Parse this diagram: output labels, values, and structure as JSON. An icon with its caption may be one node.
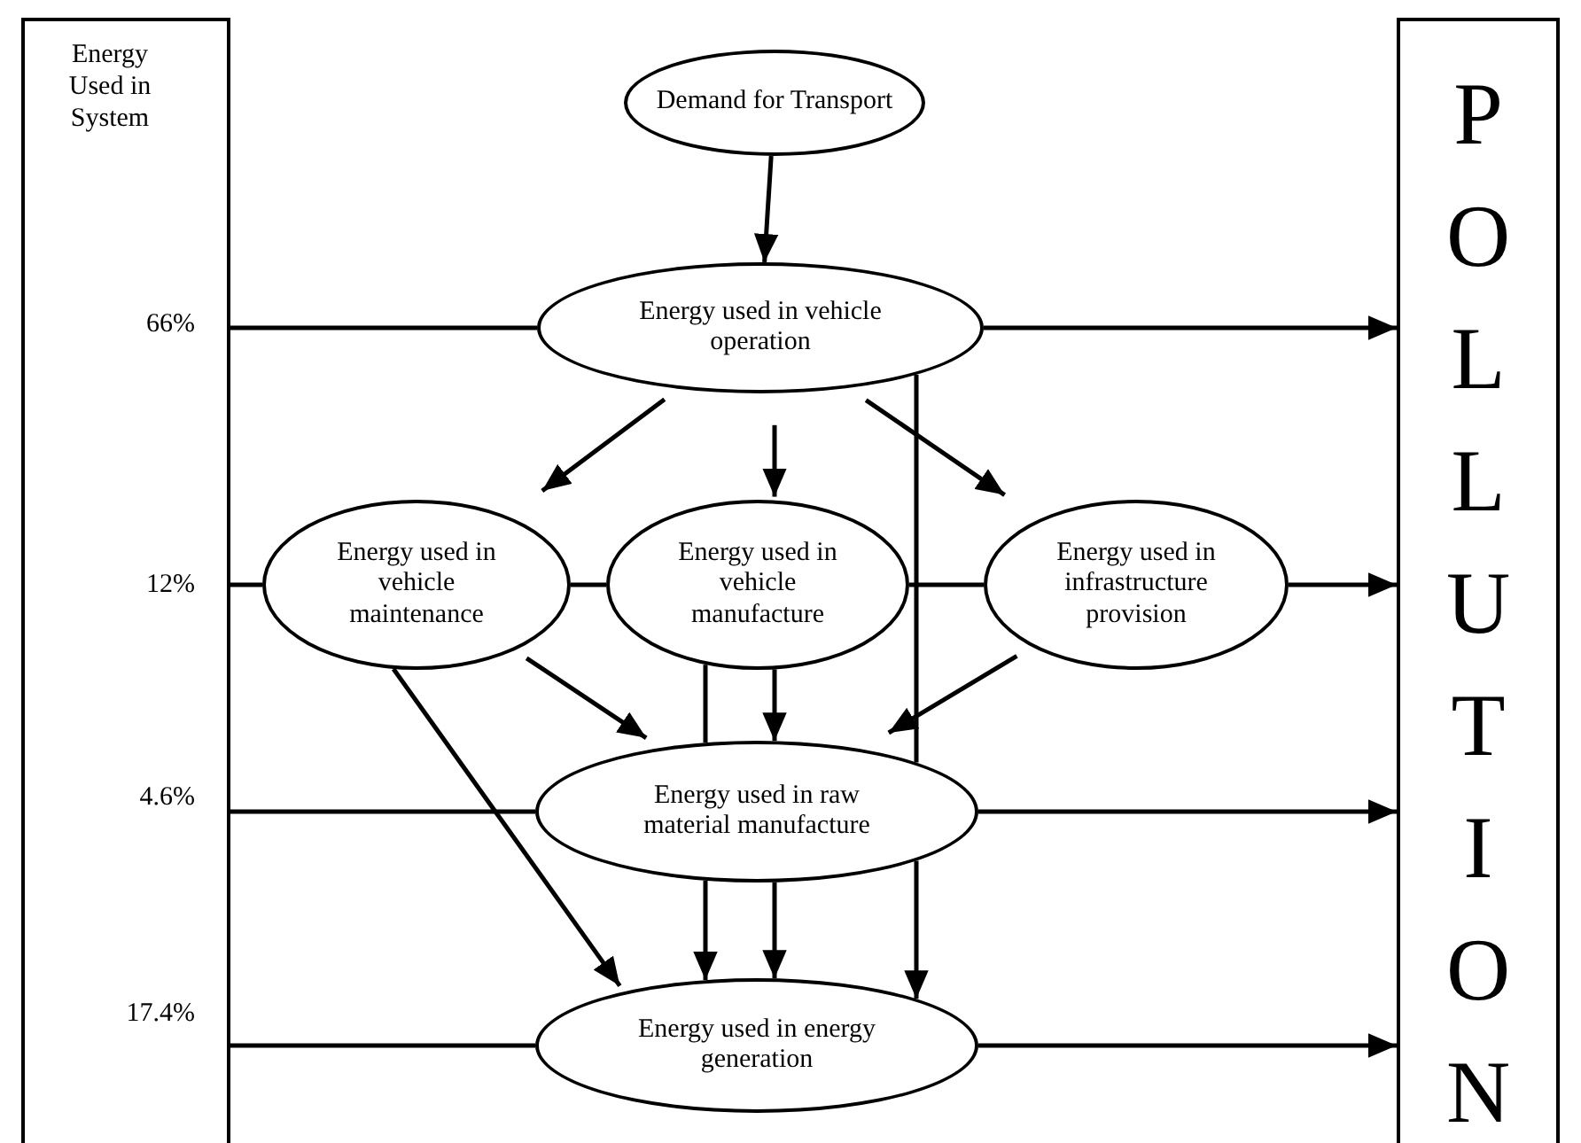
{
  "diagram": {
    "nodes": [
      {
        "text": [
          "Energy Used in System"
        ]
      },
      {
        "text": [
          "Demand for Transport"
        ]
      },
      {
        "text": [
          "Energy used in vehicle operation"
        ]
      },
      {
        "text": [
          "Energy used in vehicle maintenance"
        ]
      },
      {
        "text": [
          "Energy used in vehicle manufacture"
        ]
      },
      {
        "text": [
          "Energy used in infrastructure provision"
        ]
      },
      {
        "text": [
          "Energy used in raw material manufacture"
        ]
      },
      {
        "text": [
          "Energy used in energy generation"
        ]
      },
      {
        "text": [
          "POLLUTION"
        ]
      }
    ],
    "edges": [
      {
        "from": 1,
        "to": 2,
        "arrow": "to"
      },
      {
        "from": 2,
        "to": 0,
        "arrow": "none"
      },
      {
        "from": 2,
        "to": 8,
        "arrow": "to"
      },
      {
        "from": 2,
        "to": 3,
        "arrow": "to"
      },
      {
        "from": 2,
        "to": 4,
        "arrow": "to"
      },
      {
        "from": 2,
        "to": 5,
        "arrow": "to"
      },
      {
        "from": 2,
        "to": 6,
        "arrow": "none"
      },
      {
        "from": 3,
        "to": 0,
        "arrow": "none"
      },
      {
        "from": 3,
        "to": 4,
        "arrow": "none"
      },
      {
        "from": 4,
        "to": 5,
        "arrow": "none"
      },
      {
        "from": 5,
        "to": 8,
        "arrow": "to"
      },
      {
        "from": 3,
        "to": 6,
        "arrow": "to"
      },
      {
        "from": 3,
        "to": 7,
        "arrow": "to"
      },
      {
        "from": 4,
        "to": 6,
        "arrow": "none"
      },
      {
        "from": 4,
        "to": 6,
        "arrow": "to"
      },
      {
        "from": 5,
        "to": 6,
        "arrow": "to"
      },
      {
        "from": 6,
        "to": 0,
        "arrow": "none"
      },
      {
        "from": 6,
        "to": 8,
        "arrow": "to"
      },
      {
        "from": 6,
        "to": 7,
        "arrow": "to"
      },
      {
        "from": 6,
        "to": 7,
        "arrow": "to"
      },
      {
        "from": 6,
        "to": 7,
        "arrow": "to"
      },
      {
        "from": 7,
        "to": 0,
        "arrow": "none"
      },
      {
        "from": 7,
        "to": 8,
        "arrow": "to"
      }
    ],
    "labels": [
      "66%",
      "12%",
      "4.6%",
      "17.4%"
    ]
  }
}
